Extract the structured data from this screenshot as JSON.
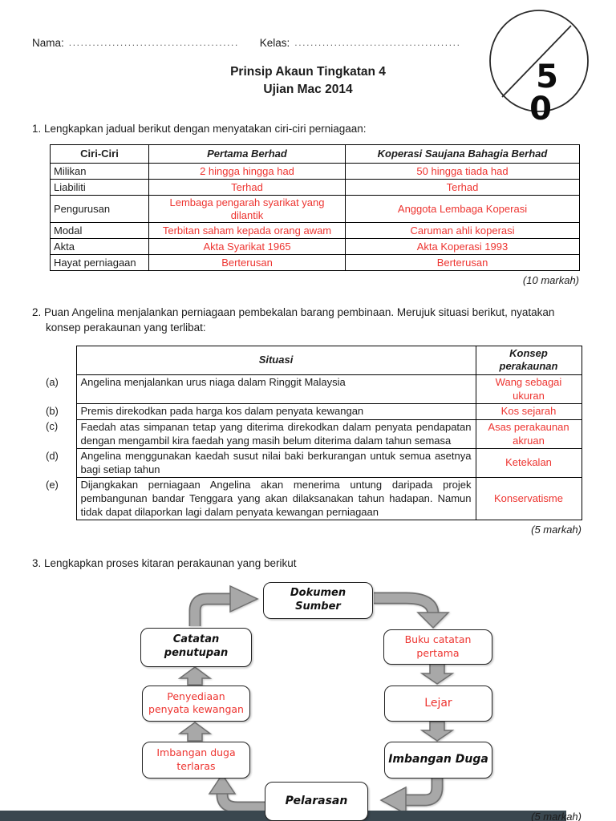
{
  "header": {
    "nama_label": "Nama:",
    "nama_line": "........................................................",
    "kelas_label": "Kelas:",
    "kelas_line": "........................................................",
    "title_line1": "Prinsip Akaun Tingkatan 4",
    "title_line2": "Ujian Mac 2014",
    "score_badge": {
      "digit_top": "5",
      "digit_bottom": "0"
    }
  },
  "q1": {
    "prompt": "1. Lengkapkan jadual berikut dengan menyatakan ciri-ciri perniagaan:",
    "table": {
      "headers": [
        "Ciri-Ciri",
        "Pertama Berhad",
        "Koperasi Saujana Bahagia Berhad"
      ],
      "rows": [
        {
          "label": "Milikan",
          "col1": "2 hingga hingga had",
          "col2": "50 hingga tiada had"
        },
        {
          "label": "Liabiliti",
          "col1": "Terhad",
          "col2": "Terhad"
        },
        {
          "label": "Pengurusan",
          "col1": "Lembaga pengarah syarikat yang dilantik",
          "col2": "Anggota Lembaga Koperasi"
        },
        {
          "label": "Modal",
          "col1": "Terbitan saham kepada orang awam",
          "col2": "Caruman ahli koperasi"
        },
        {
          "label": "Akta",
          "col1": "Akta Syarikat 1965",
          "col2": "Akta Koperasi 1993"
        },
        {
          "label": "Hayat perniagaan",
          "col1": "Berterusan",
          "col2": "Berterusan"
        }
      ]
    },
    "marks": "(10 markah)"
  },
  "q2": {
    "prompt_line1": "2. Puan Angelina menjalankan perniagaan pembekalan barang pembinaan. Merujuk situasi berikut, nyatakan",
    "prompt_line2": "konsep perakaunan yang terlibat:",
    "table": {
      "headers": [
        "Situasi",
        "Konsep perakaunan"
      ],
      "rows": [
        {
          "key": "(a)",
          "situasi": "Angelina menjalankan urus niaga dalam Ringgit Malaysia",
          "konsep": "Wang sebagai ukuran"
        },
        {
          "key": "(b)",
          "situasi": "Premis direkodkan pada harga kos dalam penyata kewangan",
          "konsep": "Kos sejarah"
        },
        {
          "key": "(c)",
          "situasi": "Faedah atas simpanan tetap yang diterima direkodkan dalam penyata pendapatan dengan mengambil kira faedah yang masih belum diterima dalam tahun semasa",
          "konsep": "Asas perakaunan akruan"
        },
        {
          "key": "(d)",
          "situasi": "Angelina menggunakan kaedah susut nilai baki berkurangan untuk semua asetnya bagi setiap tahun",
          "konsep": "Ketekalan"
        },
        {
          "key": "(e)",
          "situasi": "Dijangkakan perniagaan Angelina akan menerima untung daripada projek pembangunan bandar Tenggara yang akan dilaksanakan tahun hadapan. Namun tidak dapat dilaporkan lagi dalam penyata kewangan perniagaan",
          "konsep": "Konservatisme"
        }
      ]
    },
    "marks": "(5 markah)"
  },
  "q3": {
    "prompt": "3. Lengkapkan proses kitaran perakaunan yang berikut",
    "boxes": {
      "dokumen_sumber": "Dokumen\nSumber",
      "buku_catatan": "Buku catatan\npertama",
      "lejar": "Lejar",
      "imbangan_duga": "Imbangan Duga",
      "pelarasan": "Pelarasan",
      "imbangan_terlaras": "Imbangan duga\nterlaras",
      "penyediaan": "Penyediaan\npenyata kewangan",
      "catatan_penutupan": "Catatan\npenutupan"
    },
    "marks": "(5 markah)"
  },
  "colors": {
    "answer_red": "#ed3430",
    "arrow_gray": "#a8a8a8",
    "arrow_outline": "#6f6f6f",
    "page_edge_bar": "#3a474f"
  }
}
